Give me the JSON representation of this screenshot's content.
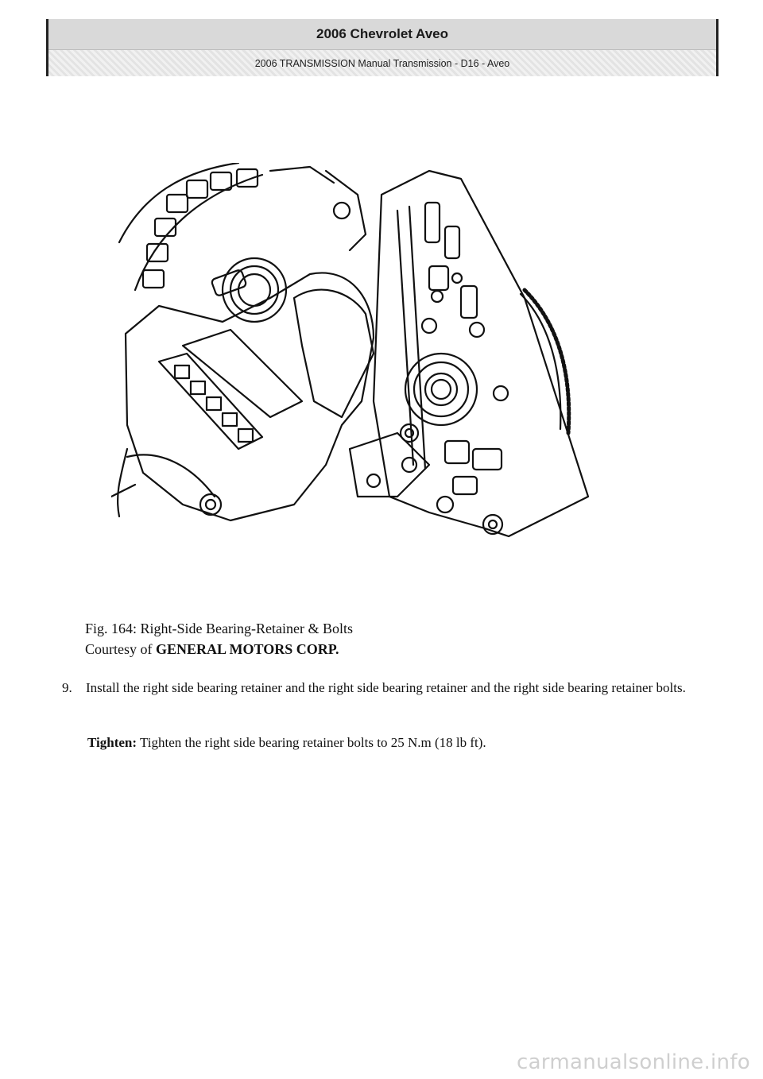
{
  "header": {
    "title": "2006 Chevrolet Aveo",
    "subtitle": "2006 TRANSMISSION Manual Transmission - D16 - Aveo"
  },
  "figure": {
    "caption": "Fig. 164: Right-Side Bearing-Retainer & Bolts",
    "credit_prefix": "Courtesy of ",
    "credit_org": "GENERAL MOTORS CORP."
  },
  "step": {
    "number": "9.",
    "text": "Install the right side bearing retainer and the right side bearing retainer and the right side bearing retainer bolts."
  },
  "tighten": {
    "label": "Tighten:",
    "text": " Tighten the right side bearing retainer bolts to 25 N.m (18 lb ft)."
  },
  "watermark": "carmanualsonline.info"
}
